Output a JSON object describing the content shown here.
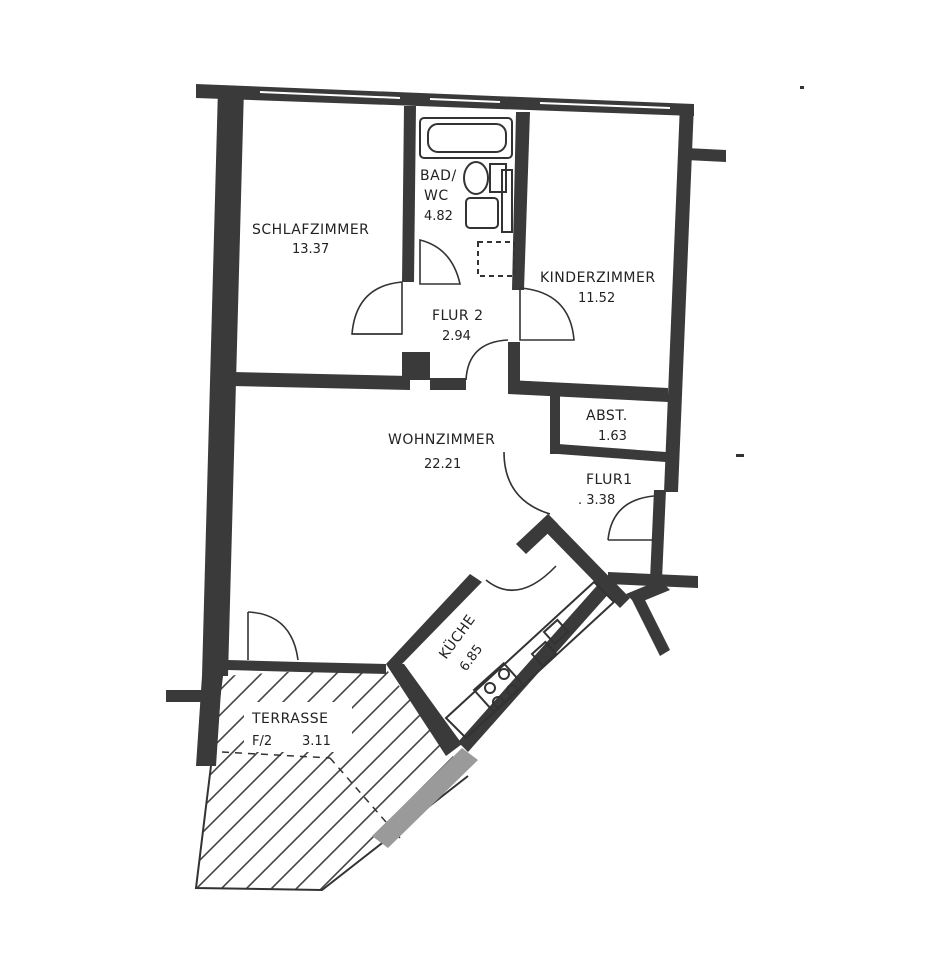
{
  "rooms": {
    "schlafzimmer": {
      "name": "SCHLAFZIMMER",
      "area": "13.37"
    },
    "bad": {
      "name_line1": "BAD/",
      "name_line2": "WC",
      "area": "4.82"
    },
    "kinderzimmer": {
      "name": "KINDERZIMMER",
      "area": "11.52"
    },
    "flur2": {
      "name": "FLUR 2",
      "area": "2.94"
    },
    "wohnzimmer": {
      "name": "WOHNZIMMER",
      "area": "22.21"
    },
    "abst": {
      "name": "ABST.",
      "area": "1.63"
    },
    "flur1": {
      "name": "FLUR1",
      "area": ". 3.38"
    },
    "kueche": {
      "name": "KÜCHE",
      "area": "6.85"
    },
    "terrasse": {
      "name": "TERRASSE",
      "prefix": "F/2",
      "area": "3.11"
    }
  },
  "colors": {
    "wall": "#3a3a3a",
    "line": "#333333",
    "background": "#ffffff"
  }
}
